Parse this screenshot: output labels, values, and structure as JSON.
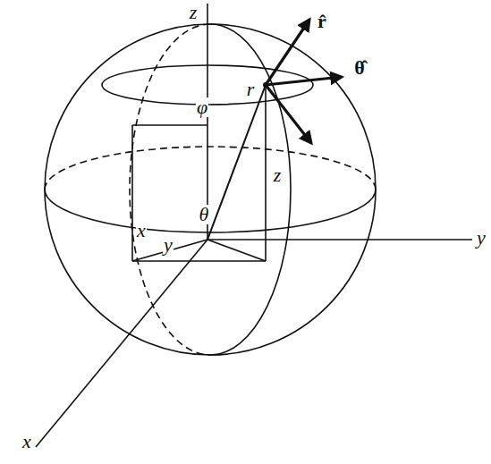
{
  "diagram": {
    "labels": [
      "z",
      "r̂",
      "θ̂",
      "r",
      "φ",
      "z",
      "y",
      "θ",
      "x",
      "y",
      "x"
    ]
  }
}
